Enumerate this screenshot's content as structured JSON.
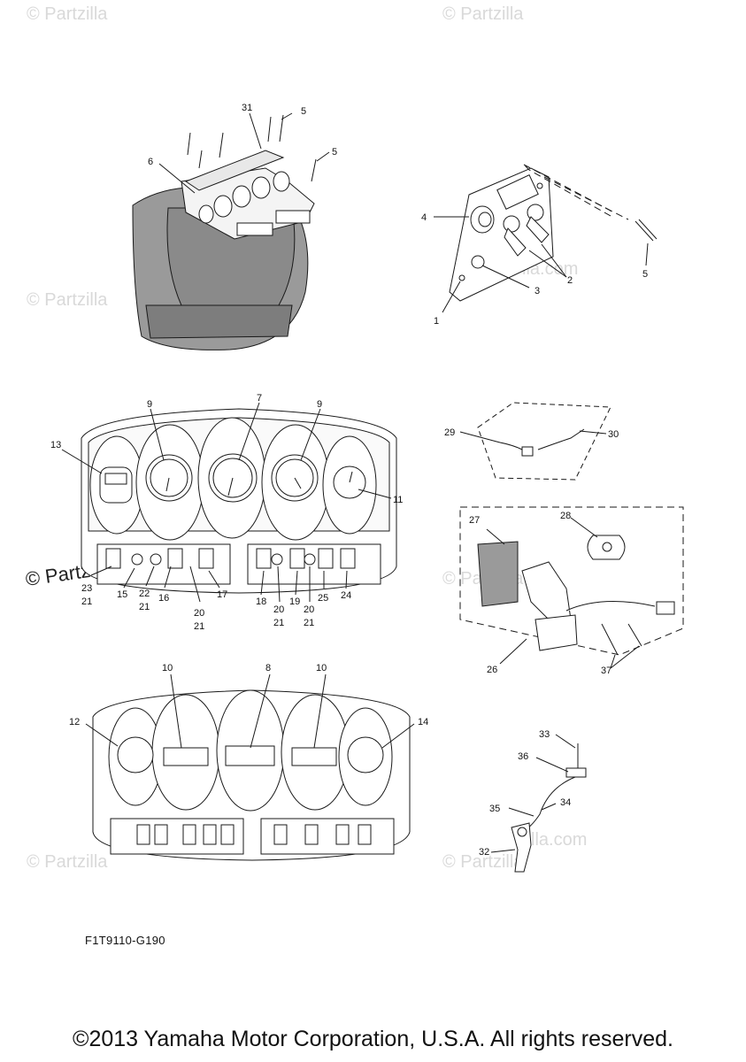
{
  "watermark": {
    "text": "© Partzilla",
    "main_text": "© Partzilla.com",
    "suffix_text": "lla.com"
  },
  "diagram_code": "F1T9110-G190",
  "copyright": "©2013 Yamaha Motor Corporation, U.S.A. All rights reserved.",
  "callouts": {
    "c31": "31",
    "c5a": "5",
    "c5b": "5",
    "c6": "6",
    "c4": "4",
    "c5c": "5",
    "c2": "2",
    "c3": "3",
    "c1": "1",
    "c9a": "9",
    "c7": "7",
    "c9b": "9",
    "c13": "13",
    "c11": "11",
    "c29": "29",
    "c30": "30",
    "c27": "27",
    "c28": "28",
    "c26": "26",
    "c37": "37",
    "c23": "23",
    "c21a": "21",
    "c15": "15",
    "c22": "22",
    "c21b": "21",
    "c16": "16",
    "c20a": "20",
    "c21c": "21",
    "c17": "17",
    "c18": "18",
    "c20b": "20",
    "c21d": "21",
    "c19": "19",
    "c20c": "20",
    "c21e": "21",
    "c25": "25",
    "c24": "24",
    "c10a": "10",
    "c8": "8",
    "c10b": "10",
    "c12": "12",
    "c14": "14",
    "c33": "33",
    "c36": "36",
    "c35": "35",
    "c34": "34",
    "c32": "32"
  },
  "colors": {
    "line": "#1a1a1a",
    "fill_gray": "#9a9a9a",
    "watermark": "#d9d9d9"
  }
}
